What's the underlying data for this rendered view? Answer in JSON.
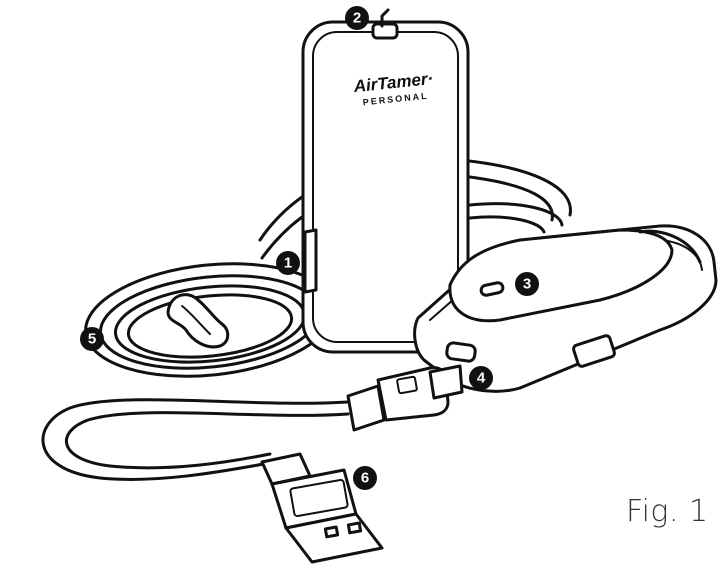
{
  "figure": {
    "caption": "Fig. 1",
    "brand": "AirTamer",
    "brand_mark": "·",
    "model": "PERSONAL",
    "callouts": [
      "1",
      "2",
      "3",
      "4",
      "5",
      "6"
    ]
  },
  "colors": {
    "line": "#111111",
    "background": "#ffffff",
    "callout_fill": "#111111",
    "callout_text": "#ffffff"
  },
  "icons": {
    "device": "air-purifier-icon",
    "charging_base": "charging-base-icon",
    "usb_cable": "usb-cable-icon",
    "lanyard": "lanyard-cord-icon"
  }
}
